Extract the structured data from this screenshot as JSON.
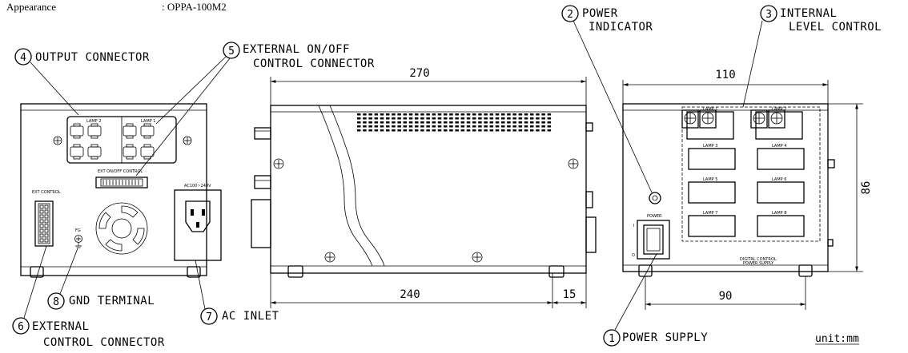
{
  "header": {
    "field": "Appearance",
    "value": ": OPPA-100M2"
  },
  "unit": "unit:mm",
  "callouts": {
    "c1": {
      "num": "1",
      "text": "POWER SUPPLY"
    },
    "c2": {
      "num": "2",
      "text1": "POWER",
      "text2": "INDICATOR"
    },
    "c3": {
      "num": "3",
      "text1": "INTERNAL",
      "text2": "LEVEL CONTROL"
    },
    "c4": {
      "num": "4",
      "text": "OUTPUT CONNECTOR"
    },
    "c5": {
      "num": "5",
      "text1": "EXTERNAL ON/OFF",
      "text2": "CONTROL CONNECTOR"
    },
    "c6": {
      "num": "6",
      "text1": "EXTERNAL",
      "text2": "CONTROL CONNECTOR"
    },
    "c7": {
      "num": "7",
      "text": "AC INLET"
    },
    "c8": {
      "num": "8",
      "text": "GND TERMINAL"
    }
  },
  "dimensions": {
    "d270": "270",
    "d110": "110",
    "d86": "86",
    "d240": "240",
    "d15": "15",
    "d90": "90"
  },
  "panel_labels": {
    "lamp1": "LAMP 1",
    "lamp2": "LAMP 2",
    "ext_onoff": "EXT ON/OFF CONTROL",
    "ext_control": "EXT CONTROL",
    "ac": "AC100~240V",
    "fg": "FG",
    "power": "POWER",
    "switch_on": "I",
    "switch_off": "O",
    "side_lamps": [
      "LAMP 1",
      "LAMP 2",
      "LAMP 3",
      "LAMP 4",
      "LAMP 5",
      "LAMP 6",
      "LAMP 7",
      "LAMP 8"
    ],
    "brand1": "DIGITAL CONTROL",
    "brand2": "POWER SUPPLY"
  }
}
